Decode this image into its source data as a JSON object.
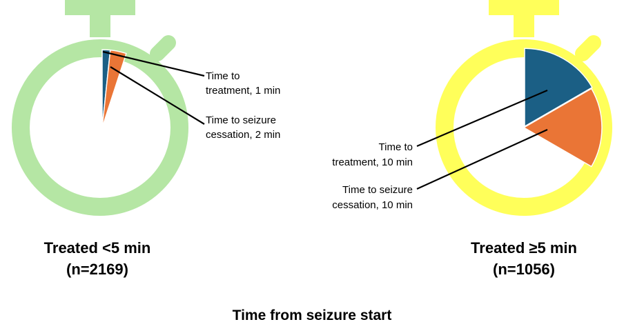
{
  "chart_data": {
    "type": "diagram",
    "title": "",
    "footer_label": "Time from seizure start",
    "groups": [
      {
        "id": "lt5",
        "title_line1": "Treated <5 min",
        "title_line2": "(n=2169)",
        "colors": {
          "stopwatch": "#b5e6a4"
        },
        "segments": [
          {
            "line1": "Time to",
            "line2": "treatment, 1 min",
            "minutes": 1,
            "color": "#1b5f85"
          },
          {
            "line1": "Time to seizure",
            "line2": "cessation, 2 min",
            "minutes": 2,
            "color": "#ea7536"
          }
        ]
      },
      {
        "id": "ge5",
        "title_line1": "Treated ≥5 min",
        "title_line2": "(n=1056)",
        "colors": {
          "stopwatch": "#ffff5a"
        },
        "segments": [
          {
            "line1": "Time to",
            "line2": "treatment, 10 min",
            "minutes": 10,
            "color": "#1b5f85"
          },
          {
            "line1": "Time to seizure",
            "line2": "cessation, 10 min",
            "minutes": 10,
            "color": "#ea7536"
          }
        ]
      }
    ]
  }
}
